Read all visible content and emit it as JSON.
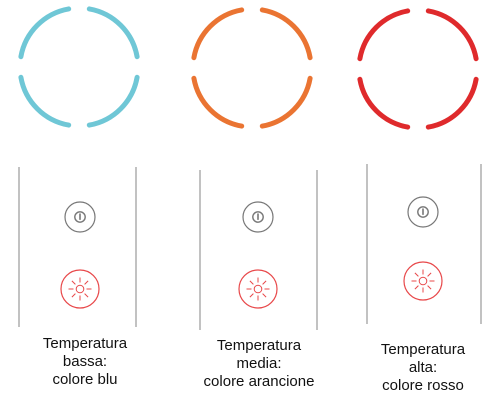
{
  "colors": {
    "low": "#6fc7d6",
    "medium": "#ea7432",
    "high": "#df2a2c",
    "panel_line": "#9a9a9a",
    "power_button": "#777777",
    "temp_button": "#e8484a"
  },
  "icons": {
    "power": "power-icon",
    "temperature": "sun-temperature-icon"
  },
  "states": [
    {
      "line1": "Temperatura",
      "line2": "bassa:",
      "line3": "colore blu"
    },
    {
      "line1": "Temperatura",
      "line2": "media:",
      "line3": "colore arancione"
    },
    {
      "line1": "Temperatura",
      "line2": "alta:",
      "line3": "colore rosso"
    }
  ]
}
